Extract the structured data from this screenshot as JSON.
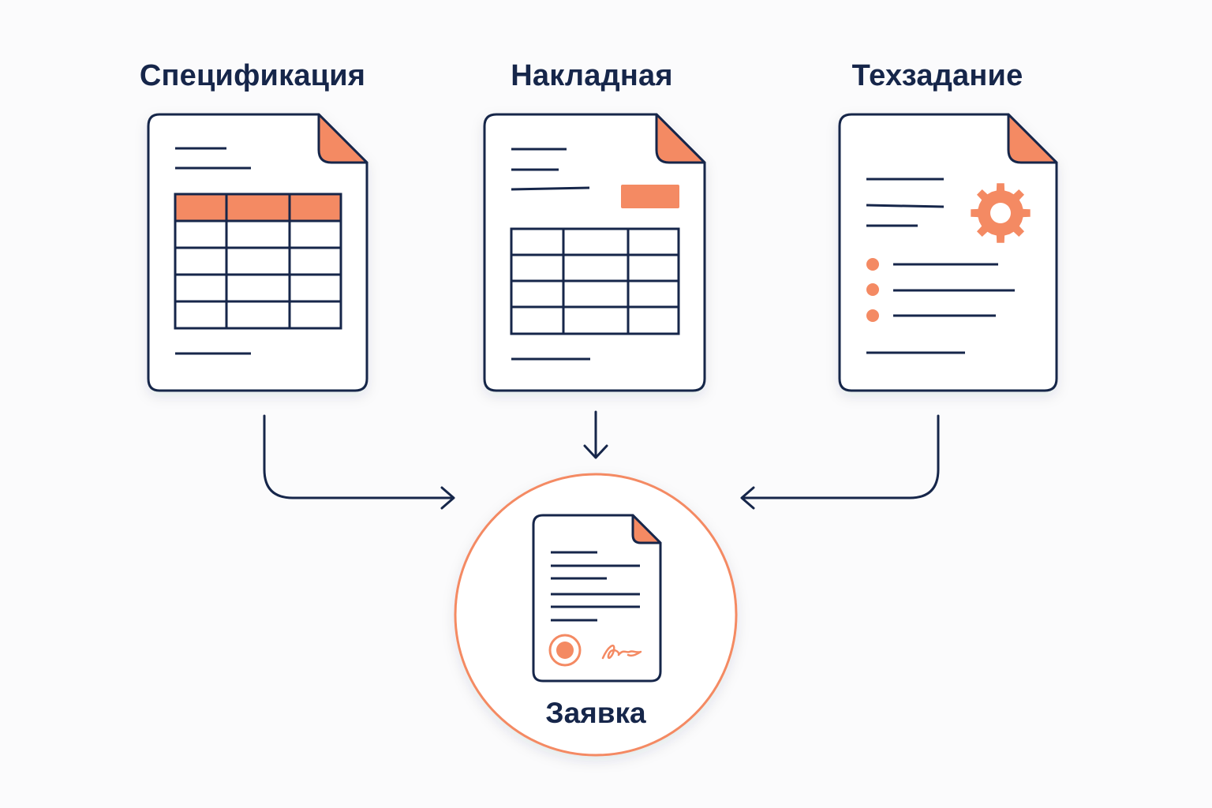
{
  "documents": {
    "spec": {
      "label": "Спецификация",
      "icon": "table-document-icon"
    },
    "nakl": {
      "label": "Накладная",
      "icon": "invoice-document-icon"
    },
    "tech": {
      "label": "Техзадание",
      "icon": "spec-gear-document-icon"
    }
  },
  "result": {
    "label": "Заявка",
    "icon": "signed-application-icon"
  },
  "colors": {
    "navy": "#16264a",
    "accent": "#f48a63",
    "background": "#fbfbfc",
    "paper": "#ffffff"
  }
}
